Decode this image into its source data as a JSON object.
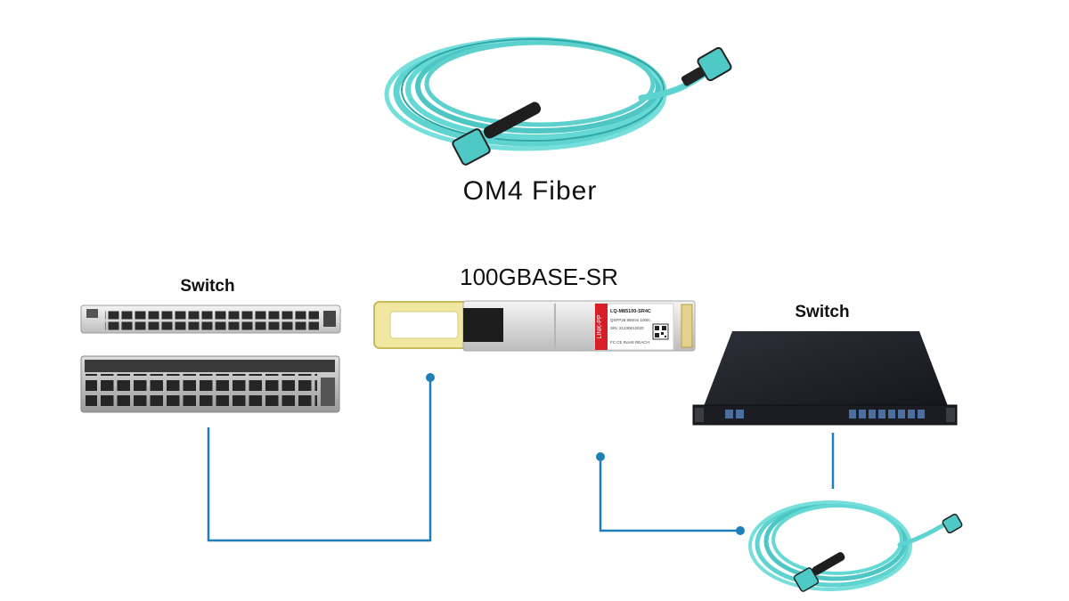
{
  "diagram": {
    "fiber_title": "OM4 Fiber",
    "transceiver_title": "100GBASE-SR",
    "left_switch_label": "Switch",
    "right_switch_label": "Switch",
    "transceiver_label": {
      "brand": "LINK-PP",
      "model": "LQ-M85100-SR4C",
      "spec": "QSFP28 850nm 100m",
      "serial": "S/N: 21230612020",
      "marks": "FC CE RoHS REACH"
    },
    "colors": {
      "fiber": "#5fd3d0",
      "connector_line": "#1f7fb8",
      "latch": "#f0e8a0"
    }
  }
}
